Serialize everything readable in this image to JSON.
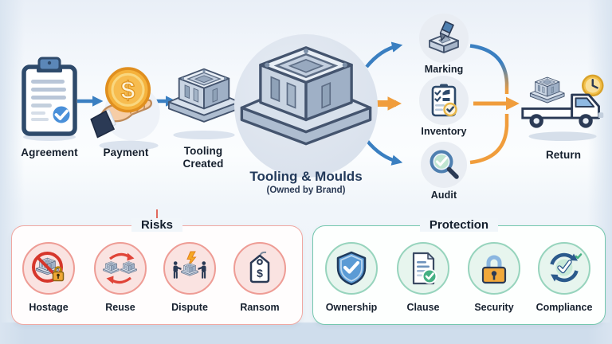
{
  "header": {
    "center_title": "Tooling & Moulds",
    "center_subtitle": "(Owned by Brand)"
  },
  "flow": {
    "steps": [
      {
        "label": "Agreement",
        "icon": "clipboard-check-icon"
      },
      {
        "label": "Payment",
        "icon": "hand-coin-icon"
      },
      {
        "label": "Tooling Created",
        "icon": "mould-icon"
      }
    ],
    "center_icon": "mould-large-icon",
    "branches": [
      {
        "label": "Marking",
        "icon": "engraving-tool-icon"
      },
      {
        "label": "Inventory",
        "icon": "checklist-icon"
      },
      {
        "label": "Audit",
        "icon": "magnifier-check-icon"
      }
    ],
    "return_label": "Return",
    "return_icon": "truck-clock-icon",
    "coin_symbol": "$"
  },
  "risks": {
    "title": "Risks",
    "items": [
      {
        "label": "Hostage",
        "icon": "mould-prohibited-lock-icon"
      },
      {
        "label": "Reuse",
        "icon": "moulds-cycle-icon"
      },
      {
        "label": "Dispute",
        "icon": "tug-of-war-bolt-icon"
      },
      {
        "label": "Ransom",
        "icon": "price-tag-icon"
      }
    ],
    "ransom_symbol": "$"
  },
  "protection": {
    "title": "Protection",
    "items": [
      {
        "label": "Ownership",
        "icon": "shield-check-icon"
      },
      {
        "label": "Clause",
        "icon": "document-check-icon"
      },
      {
        "label": "Security",
        "icon": "padlock-icon"
      },
      {
        "label": "Compliance",
        "icon": "cycle-check-icon"
      }
    ]
  },
  "colors": {
    "arrow_blue": "#3a7fc1",
    "arrow_orange": "#f09d3c",
    "risk_accent": "#e0695e",
    "protection_accent": "#4fae93",
    "navy": "#2b3a55",
    "coin_gold": "#f5b23c"
  }
}
